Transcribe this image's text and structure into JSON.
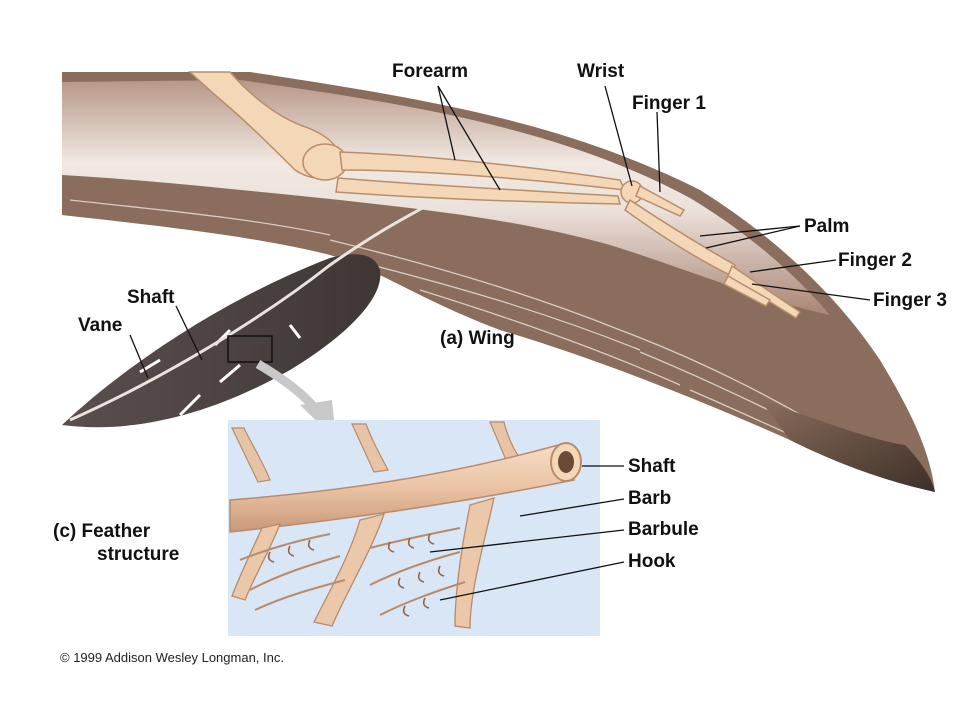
{
  "wing_labels": {
    "forearm": "Forearm",
    "wrist": "Wrist",
    "finger1": "Finger 1",
    "palm": "Palm",
    "finger2": "Finger 2",
    "finger3": "Finger 3"
  },
  "wing_caption": "(a) Wing",
  "feather_labels": {
    "shaft": "Shaft",
    "vane": "Vane"
  },
  "structure_labels": {
    "shaft": "Shaft",
    "barb": "Barb",
    "barbule": "Barbule",
    "hook": "Hook"
  },
  "structure_caption_line1": "(c) Feather",
  "structure_caption_line2": "structure",
  "copyright": "© 1999 Addison Wesley Longman, Inc.",
  "colors": {
    "wing_feather": "#8a6d5c",
    "wing_skin": "#ece2dc",
    "bone": "#f3d7b6",
    "feather_vane": "#4e4646",
    "inset_bg": "#d9e6f5"
  }
}
